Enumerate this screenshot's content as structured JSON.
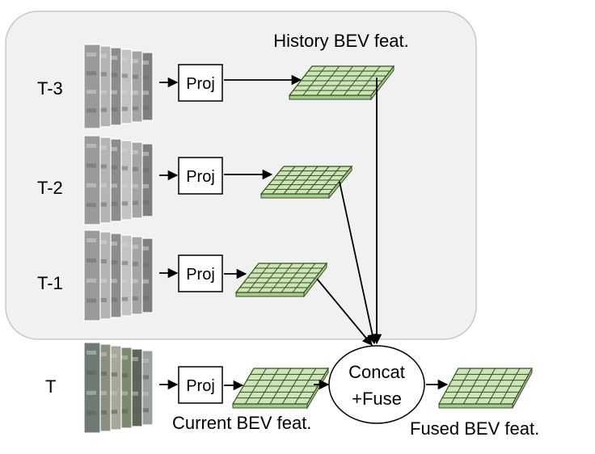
{
  "time_steps": [
    {
      "label": "T-3",
      "proj_label": "Proj",
      "frame_tone": "gray"
    },
    {
      "label": "T-2",
      "proj_label": "Proj",
      "frame_tone": "gray"
    },
    {
      "label": "T-1",
      "proj_label": "Proj",
      "frame_tone": "gray"
    },
    {
      "label": "T",
      "proj_label": "Proj",
      "frame_tone": "color"
    }
  ],
  "labels": {
    "history": "History BEV feat.",
    "current": "Current BEV feat.",
    "fused": "Fused BEV feat.",
    "concat_line1": "Concat",
    "concat_line2": "+Fuse"
  },
  "colors": {
    "history_panel_fill": "#f1f1f1",
    "history_panel_stroke": "#c7c7c7",
    "grid_fill": "#cfe5b9",
    "grid_side": "#a6c98c",
    "grid_line": "#2f4f20"
  }
}
